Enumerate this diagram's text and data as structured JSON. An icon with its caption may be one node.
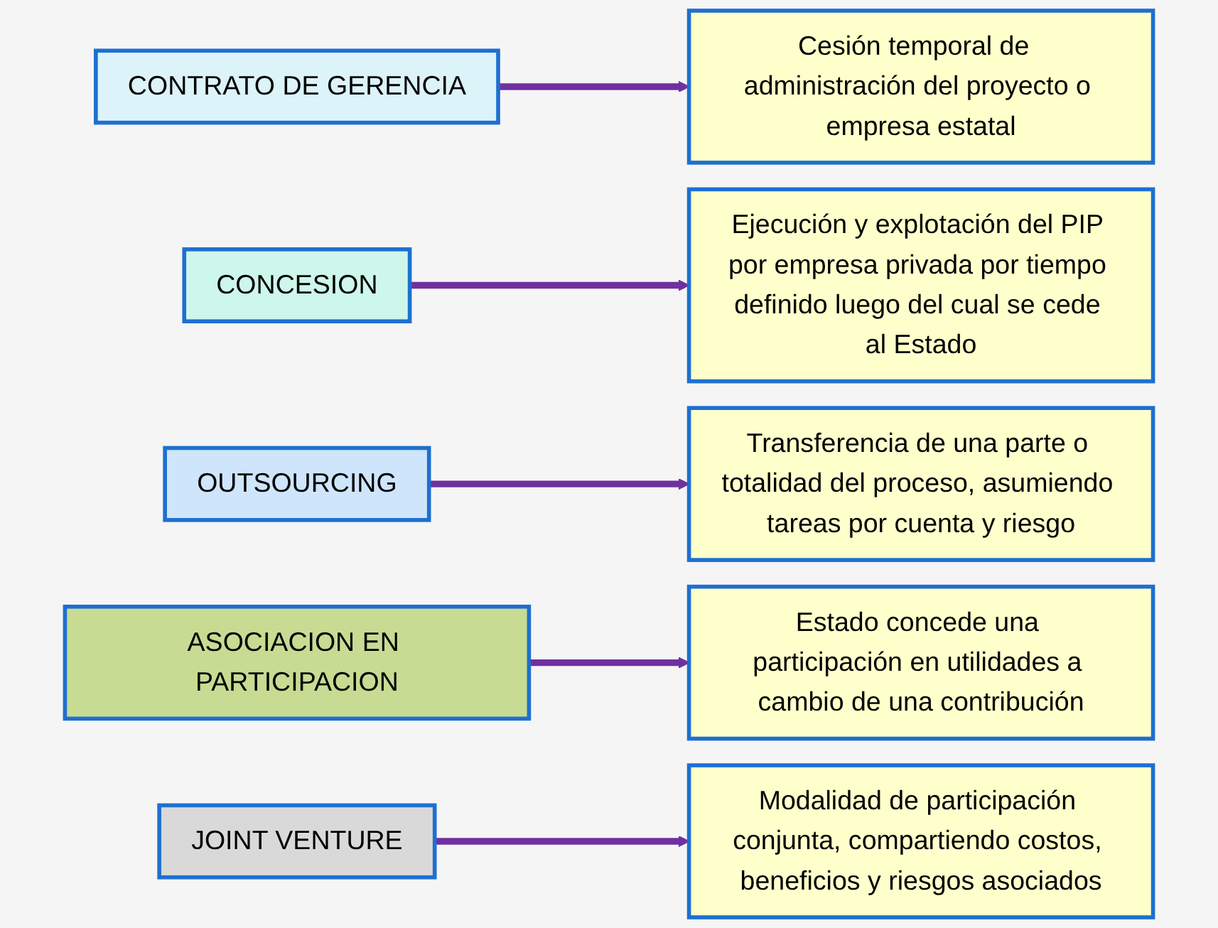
{
  "diagram": {
    "nodes": [
      {
        "text": [
          "CONTRATO DE GERENCIA"
        ]
      },
      {
        "text": [
          "Cesión temporal de  administración del proyecto o empresa estatal"
        ]
      },
      {
        "text": [
          "CONCESION"
        ]
      },
      {
        "text": [
          "Ejecución y explotación del PIP por empresa privada por tiempo definido luego del cual se cede al Estado"
        ]
      },
      {
        "text": [
          "OUTSOURCING"
        ]
      },
      {
        "text": [
          "Transferencia de una parte o totalidad del proceso, asumiendo tareas por cuenta y riesgo"
        ]
      },
      {
        "text": [
          "ASOCIACION EN PARTICIPACION"
        ]
      },
      {
        "text": [
          "Estado concede una participación en utilidades a cambio de una contribución"
        ]
      },
      {
        "text": [
          "JOINT VENTURE"
        ]
      },
      {
        "text": [
          "Modalidad de participación conjunta, compartiendo costos, beneficios y riesgos asociados"
        ]
      }
    ],
    "edges": [
      {
        "from": 0,
        "to": 1,
        "arrow": "to"
      },
      {
        "from": 2,
        "to": 3,
        "arrow": "to"
      },
      {
        "from": 4,
        "to": 5,
        "arrow": "to"
      },
      {
        "from": 6,
        "to": 7,
        "arrow": "to"
      },
      {
        "from": 8,
        "to": 9,
        "arrow": "to"
      }
    ]
  }
}
